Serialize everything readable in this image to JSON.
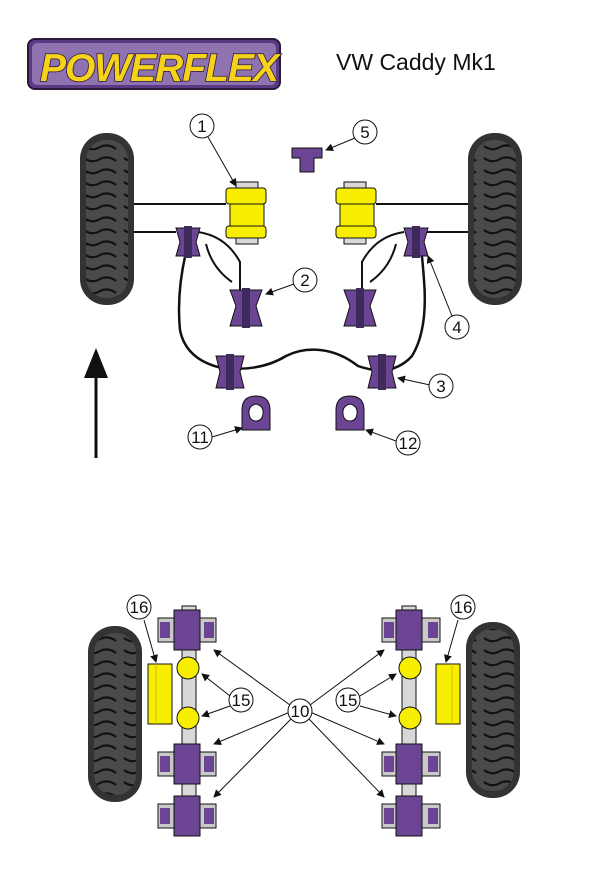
{
  "brand": {
    "name": "POWERFLEX"
  },
  "title": "VW Caddy Mk1",
  "colors": {
    "purple": "#6b4593",
    "purple_dark": "#3f2a5c",
    "yellow": "#f7ee00",
    "tyre": "#3a3a3a",
    "line": "#111111"
  },
  "callouts": {
    "c1": "1",
    "c2": "2",
    "c3": "3",
    "c4": "4",
    "c5": "5",
    "c10": "10",
    "c11": "11",
    "c12": "12",
    "c15a": "15",
    "c15b": "15",
    "c16a": "16",
    "c16b": "16"
  },
  "direction": "forward-arrow"
}
